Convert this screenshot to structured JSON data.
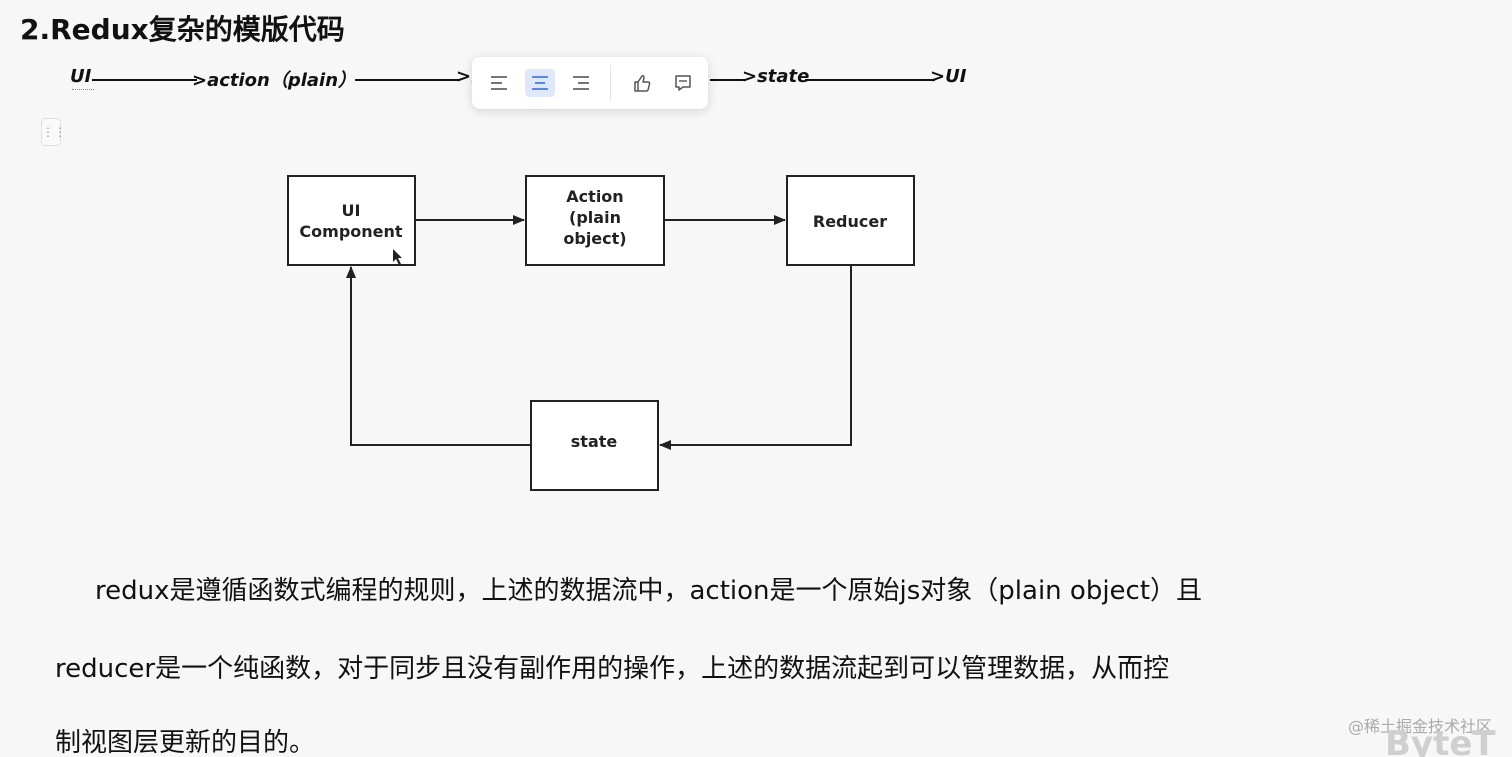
{
  "title": "2.Redux复杂的模版代码",
  "flow": {
    "ui": "UI",
    "action": ">action（plain）",
    "reducer_partial": ">r",
    "state": ">state",
    "ui_end": ">UI"
  },
  "toolbar": {
    "align_left_icon": "align-left-icon",
    "align_center_icon": "align-center-icon",
    "align_right_icon": "align-right-icon",
    "like_icon": "thumbs-up-icon",
    "comment_icon": "comment-icon"
  },
  "diagram": {
    "ui_component": [
      "UI",
      "Component"
    ],
    "action": [
      "Action",
      "(plain",
      "object)"
    ],
    "reducer": [
      "Reducer"
    ],
    "state": [
      "state"
    ]
  },
  "paragraph": {
    "line1": "redux是遵循函数式编程的规则，上述的数据流中，action是一个原始js对象（plain object）且",
    "line2": "reducer是一个纯函数，对于同步且没有副作用的操作，上述的数据流起到可以管理数据，从而控",
    "line3": "制视图层更新的目的。"
  },
  "watermark": "@稀土掘金技术社区",
  "logo": "ByteT"
}
